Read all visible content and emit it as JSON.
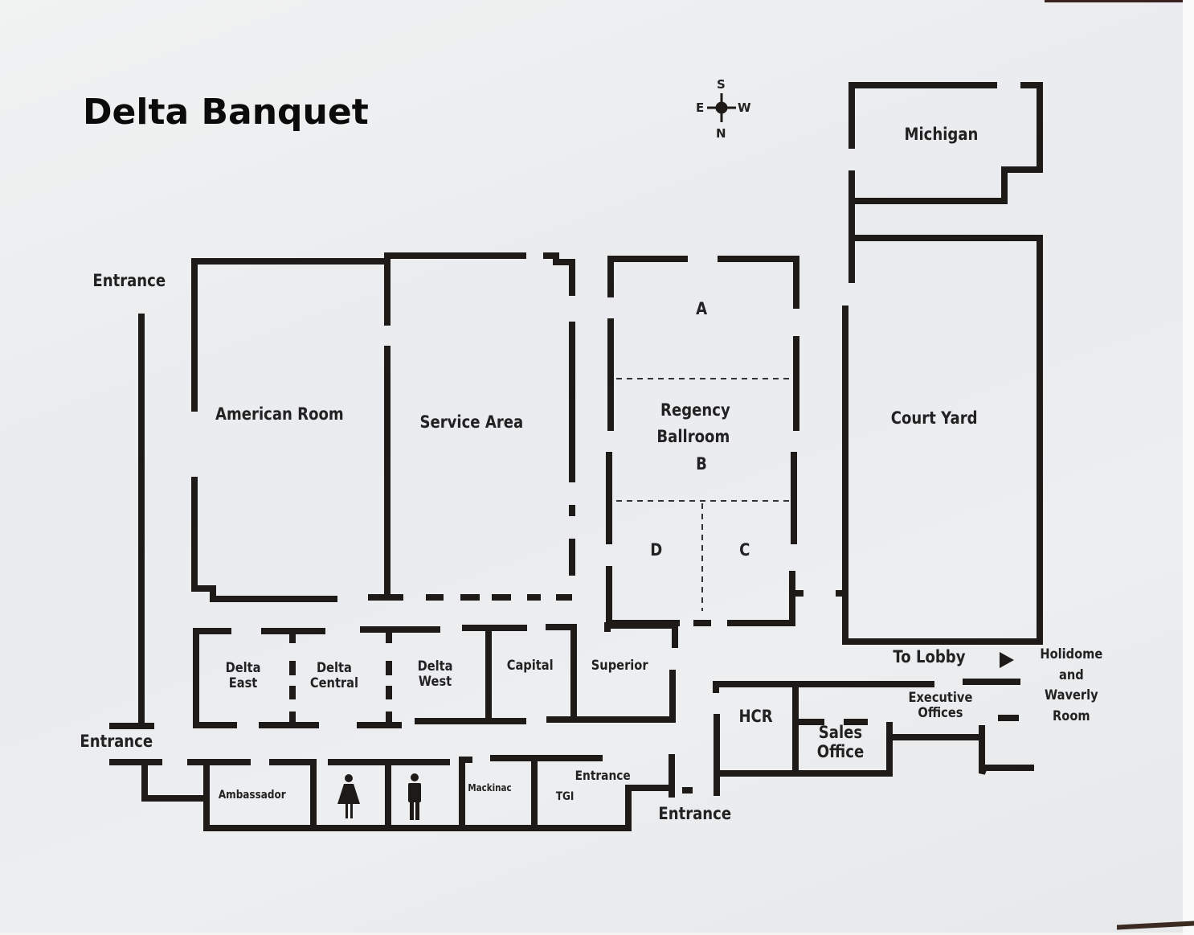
{
  "title": "Delta Banquet",
  "compass": {
    "top": "S",
    "left": "E",
    "right": "W",
    "bottom": "N"
  },
  "rooms": {
    "american_room": "American Room",
    "service_area": "Service Area",
    "regency_a": "A",
    "regency_name_line1": "Regency",
    "regency_name_line2": "Ballroom",
    "regency_b": "B",
    "regency_c": "C",
    "regency_d": "D",
    "michigan": "Michigan",
    "court_yard": "Court Yard",
    "delta_east_line1": "Delta",
    "delta_east_line2": "East",
    "delta_central_line1": "Delta",
    "delta_central_line2": "Central",
    "delta_west_line1": "Delta",
    "delta_west_line2": "West",
    "capital": "Capital",
    "superior": "Superior",
    "ambassador": "Ambassador",
    "mackinac": "Mackinac",
    "tgi": "TGI",
    "hcr": "HCR",
    "sales_office_line1": "Sales",
    "sales_office_line2": "Office",
    "executive_offices_line1": "Executive",
    "executive_offices_line2": "Offices",
    "holidome_line1": "Holidome",
    "holidome_line2": "and",
    "holidome_line3": "Waverly",
    "holidome_line4": "Room"
  },
  "labels": {
    "entrance_top_left": "Entrance",
    "entrance_mid_left": "Entrance",
    "entrance_tgi": "Entrance",
    "entrance_bottom": "Entrance",
    "to_lobby": "To Lobby"
  },
  "icons": {
    "womens_restroom": "womens-restroom-icon",
    "mens_restroom": "mens-restroom-icon",
    "arrow": "arrow-right-icon",
    "compass": "compass-icon"
  },
  "colors": {
    "wall": "#1e1a18",
    "paper": "#eceef0",
    "text": "#222222"
  }
}
